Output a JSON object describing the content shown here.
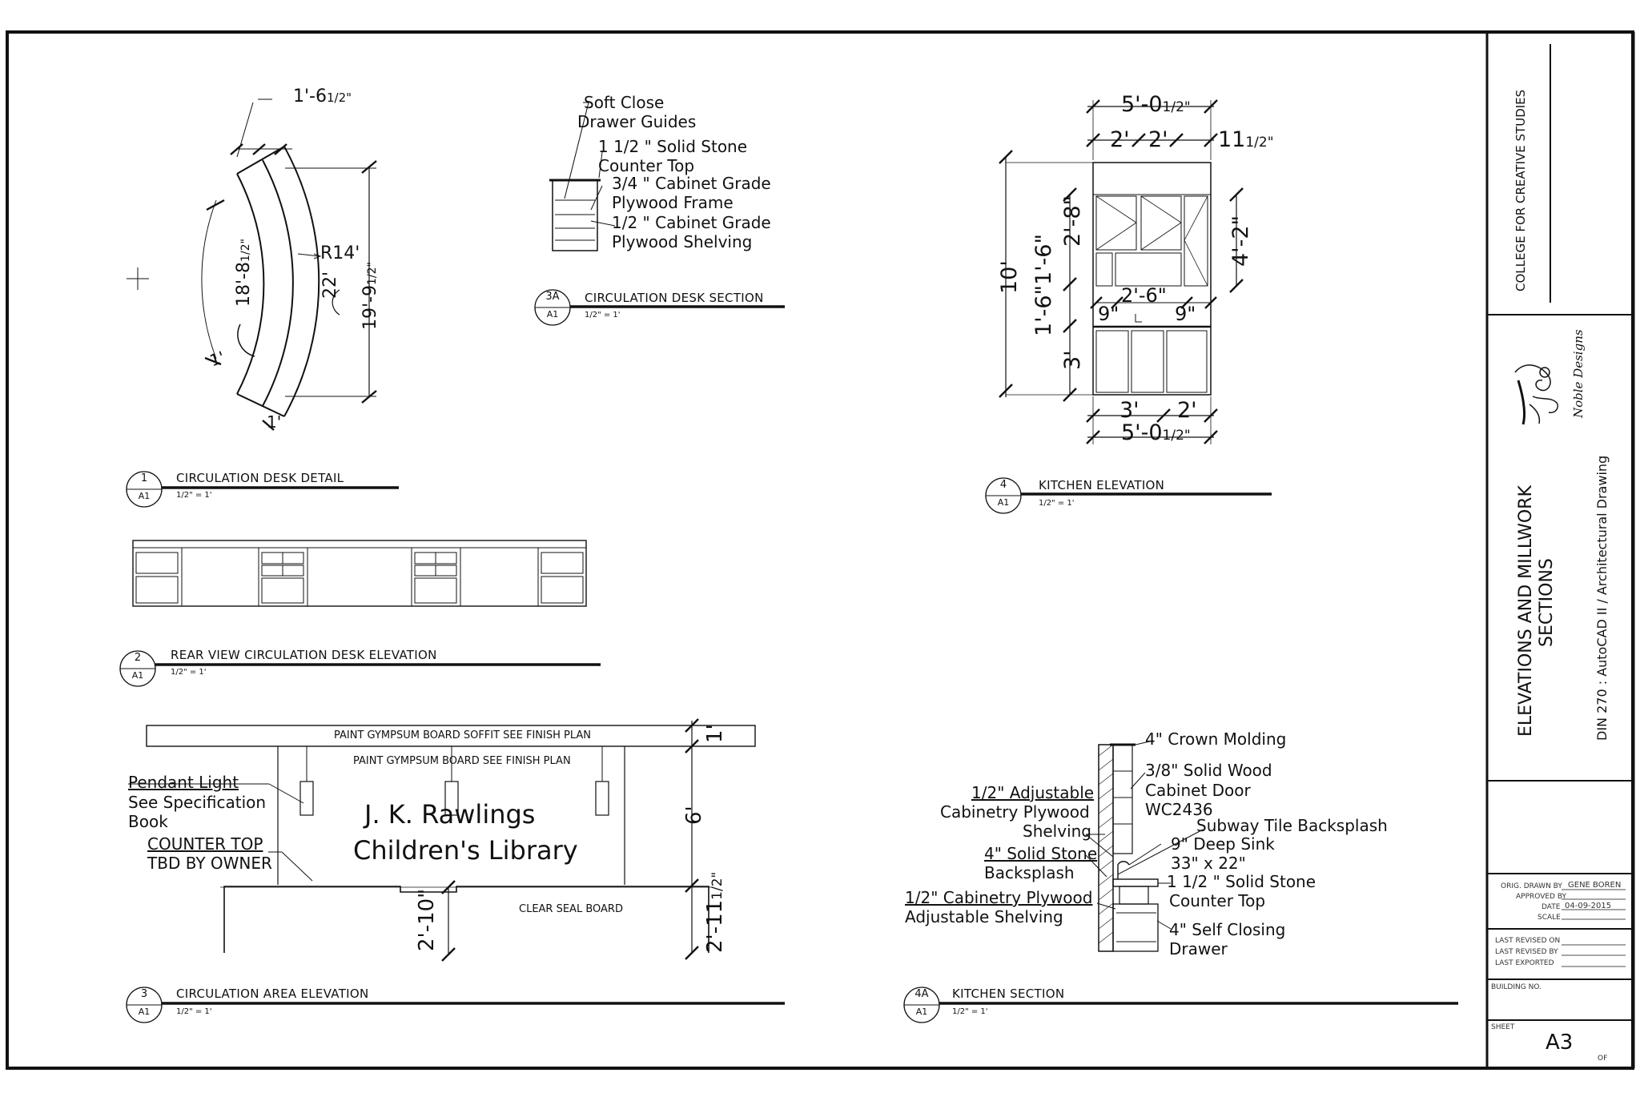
{
  "desk_detail": {
    "dim_top": "1'-6",
    "dim_top_frac": "1/2\"",
    "radius": "R14'",
    "dim_22": "22'",
    "dim_arc_inner": "18'-8",
    "dim_arc_inner_frac": "1/2\"",
    "dim_overall": "19'-9",
    "dim_overall_frac": "1/2\"",
    "dim_end_a": "1'",
    "dim_end_b": "1'"
  },
  "section_3a_notes": [
    "Soft Close",
    "Drawer Guides",
    "1 1/2 \" Solid Stone",
    "Counter Top",
    "3/4 \" Cabinet Grade",
    "Plywood Frame",
    "1/2 \" Cabinet Grade",
    "Plywood Shelving"
  ],
  "titles": {
    "t1": {
      "num": "1",
      "sheet": "A1",
      "name": "CIRCULATION DESK DETAIL",
      "scale": "1/2\" = 1'"
    },
    "t2": {
      "num": "2",
      "sheet": "A1",
      "name": "REAR VIEW CIRCULATION DESK ELEVATION",
      "scale": "1/2\" = 1'"
    },
    "t3": {
      "num": "3",
      "sheet": "A1",
      "name": "CIRCULATION AREA ELEVATION",
      "scale": "1/2\" = 1'"
    },
    "t3a": {
      "num": "3A",
      "sheet": "A1",
      "name": "CIRCULATION DESK SECTION",
      "scale": "1/2\" = 1'"
    },
    "t4": {
      "num": "4",
      "sheet": "A1",
      "name": "KITCHEN ELEVATION",
      "scale": "1/2\" = 1'"
    },
    "t4a": {
      "num": "4A",
      "sheet": "A1",
      "name": "KITCHEN SECTION",
      "scale": "1/2\" = 1'"
    }
  },
  "kitchen_elev": {
    "top_overall": "5'-0",
    "top_overall_frac": "1/2\"",
    "top_a": "2'",
    "top_b": "2'",
    "top_c": "11",
    "top_c_frac": "1/2\"",
    "height": "10'",
    "upper": "2'-8\"",
    "left_b": "1'-6\"1'-6\"",
    "right_upper": "4'-2\"",
    "inner_26": "2'-6\"",
    "nine_a": "9\"",
    "nine_b": "9\"",
    "base": "3'",
    "bottom_a": "3'",
    "bottom_b": "2'",
    "bottom_overall": "5'-0",
    "bottom_overall_frac": "1/2\""
  },
  "area_elev": {
    "soffit_note": "PAINT GYMPSUM BOARD SOFFIT SEE FINISH PLAN",
    "wall_note": "PAINT GYMPSUM BOARD SEE FINISH PLAN",
    "library_line1": "J. K. Rawlings",
    "library_line2": "Children's Library",
    "pendant1": "Pendant Light",
    "pendant2": "See Specification",
    "pendant3": "Book",
    "counter1": "COUNTER TOP",
    "counter2": "TBD BY OWNER",
    "seal_board": "CLEAR SEAL BOARD",
    "dim_1": "1'",
    "dim_6": "6'",
    "dim_210": "2'-10\"",
    "dim_211": "2'-11",
    "dim_211_frac": "1/2\""
  },
  "kitchen_section": {
    "crown": "4\" Crown Molding",
    "door1": "3/8\" Solid Wood",
    "door2": "Cabinet Door",
    "door3": "WC2436",
    "adj1": "1/2\" Adjustable",
    "adj2": "Cabinetry Plywood",
    "adj3": "Shelving",
    "subway": "Subway Tile Backsplash",
    "sink1": "9\" Deep  Sink",
    "sink2": "33\" x 22\"",
    "stone1": "4\" Solid Stone",
    "stone2": "Backsplash",
    "ctop1": "1 1/2 \" Solid Stone",
    "ctop2": "Counter Top",
    "ply1": "1/2\" Cabinetry Plywood",
    "ply2": "Adjustable Shelving",
    "drawer1": "4\" Self Closing",
    "drawer2": "Drawer"
  },
  "title_block": {
    "school": "COLLEGE FOR CREATIVE STUDIES",
    "logo_text": "Noble Designs",
    "sheet_title1": "ELEVATIONS AND MILLWORK",
    "sheet_title2": "SECTIONS",
    "course": "DIN 270 : AutoCAD II / Architectural Drawing",
    "orig_drawn_label": "ORIG. DRAWN BY",
    "orig_drawn_value": "GENE BOREN",
    "approved_label": "APPROVED BY",
    "date_label": "DATE",
    "date_value": "04-09-2015",
    "scale_label": "SCALE",
    "last_revised_on": "LAST REVISED ON",
    "last_revised_by": "LAST REVISED BY",
    "last_exported": "LAST EXPORTED",
    "building_no": "BUILDING NO.",
    "sheet_label": "SHEET",
    "sheet_value": "A3",
    "of_label": "OF"
  }
}
